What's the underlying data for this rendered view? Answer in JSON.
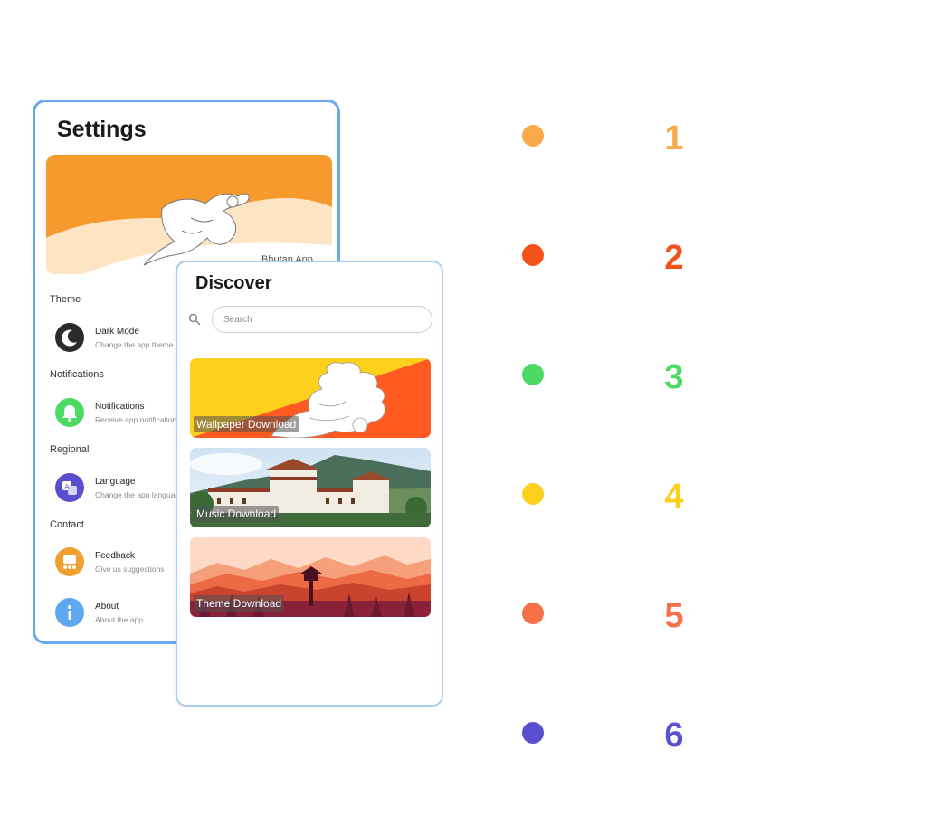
{
  "settings": {
    "title": "Settings",
    "banner_caption": "Bhutan App",
    "sections": [
      {
        "label": "Theme",
        "row": {
          "title": "Dark Mode",
          "subtitle": "Change the app theme",
          "icon": "moon-icon",
          "color": "#2b2b2b"
        }
      },
      {
        "label": "Notifications",
        "row": {
          "title": "Notifications",
          "subtitle": "Receive app notifications",
          "icon": "bell-icon",
          "color": "#4cd964"
        }
      },
      {
        "label": "Regional",
        "row": {
          "title": "Language",
          "subtitle": "Change the app language",
          "icon": "translate-icon",
          "color": "#5a4fcf"
        }
      },
      {
        "label": "Contact",
        "row": {
          "title": "Feedback",
          "subtitle": "Give us suggestions",
          "icon": "feedback-icon",
          "color": "#f0a030"
        }
      },
      {
        "label": "",
        "row": {
          "title": "About",
          "subtitle": "About the app",
          "icon": "info-icon",
          "color": "#5fa8f0"
        }
      }
    ]
  },
  "discover": {
    "title": "Discover",
    "search_placeholder": "Search",
    "cards": [
      {
        "label": "Wallpaper Download"
      },
      {
        "label": "Music Download"
      },
      {
        "label": "Theme Download"
      }
    ]
  },
  "legend": [
    {
      "number": "1",
      "color": "#f9a94a"
    },
    {
      "number": "2",
      "color": "#f5521a"
    },
    {
      "number": "3",
      "color": "#4cd964"
    },
    {
      "number": "4",
      "color": "#fdd01c"
    },
    {
      "number": "5",
      "color": "#f8704a"
    },
    {
      "number": "6",
      "color": "#5a4fcf"
    }
  ]
}
